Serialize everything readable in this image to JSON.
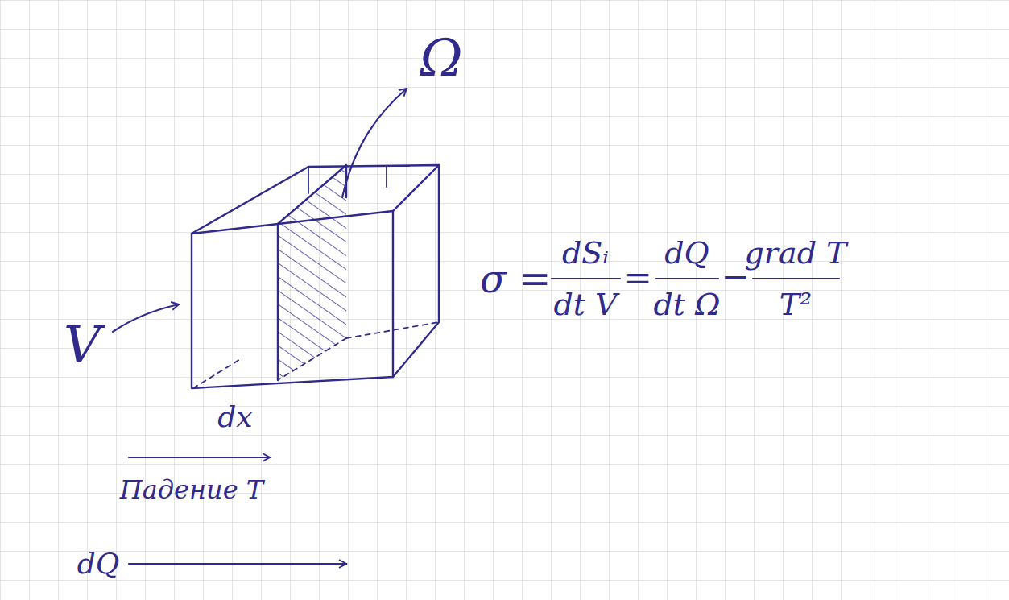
{
  "diagram": {
    "labels": [
      "Ω",
      "V",
      "dx",
      "Падение T",
      "dQ",
      "σ =",
      "dSᵢ",
      "dt V",
      "=",
      "dQ",
      "dt Ω",
      "−",
      "grad T",
      "T²"
    ]
  }
}
